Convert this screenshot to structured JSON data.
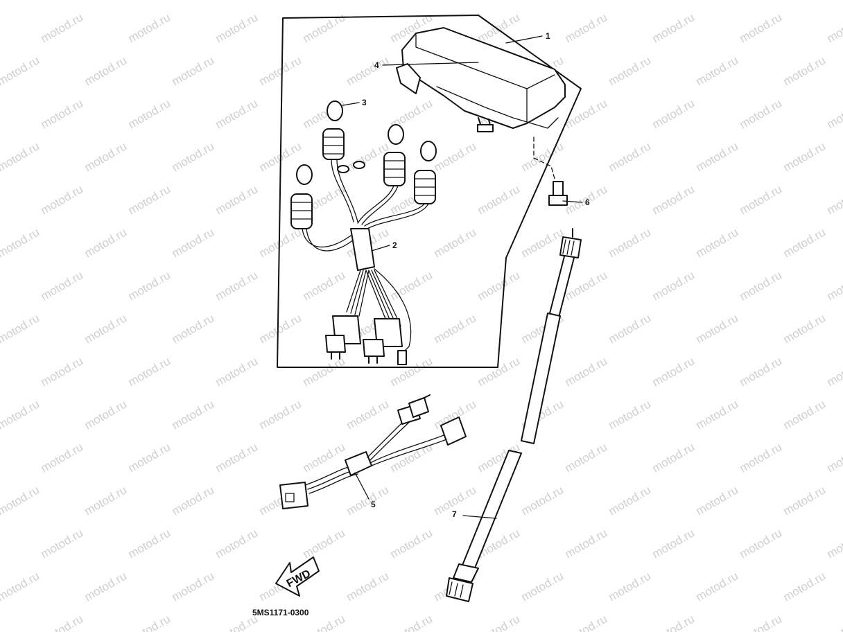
{
  "watermark": "motod.ru",
  "diagram_code": "5MS1171-0300",
  "direction_label": "FWD",
  "callouts": [
    {
      "id": "1",
      "label": "1"
    },
    {
      "id": "2",
      "label": "2"
    },
    {
      "id": "3",
      "label": "3"
    },
    {
      "id": "4",
      "label": "4"
    },
    {
      "id": "5",
      "label": "5"
    },
    {
      "id": "6",
      "label": "6"
    },
    {
      "id": "7",
      "label": "7"
    }
  ]
}
